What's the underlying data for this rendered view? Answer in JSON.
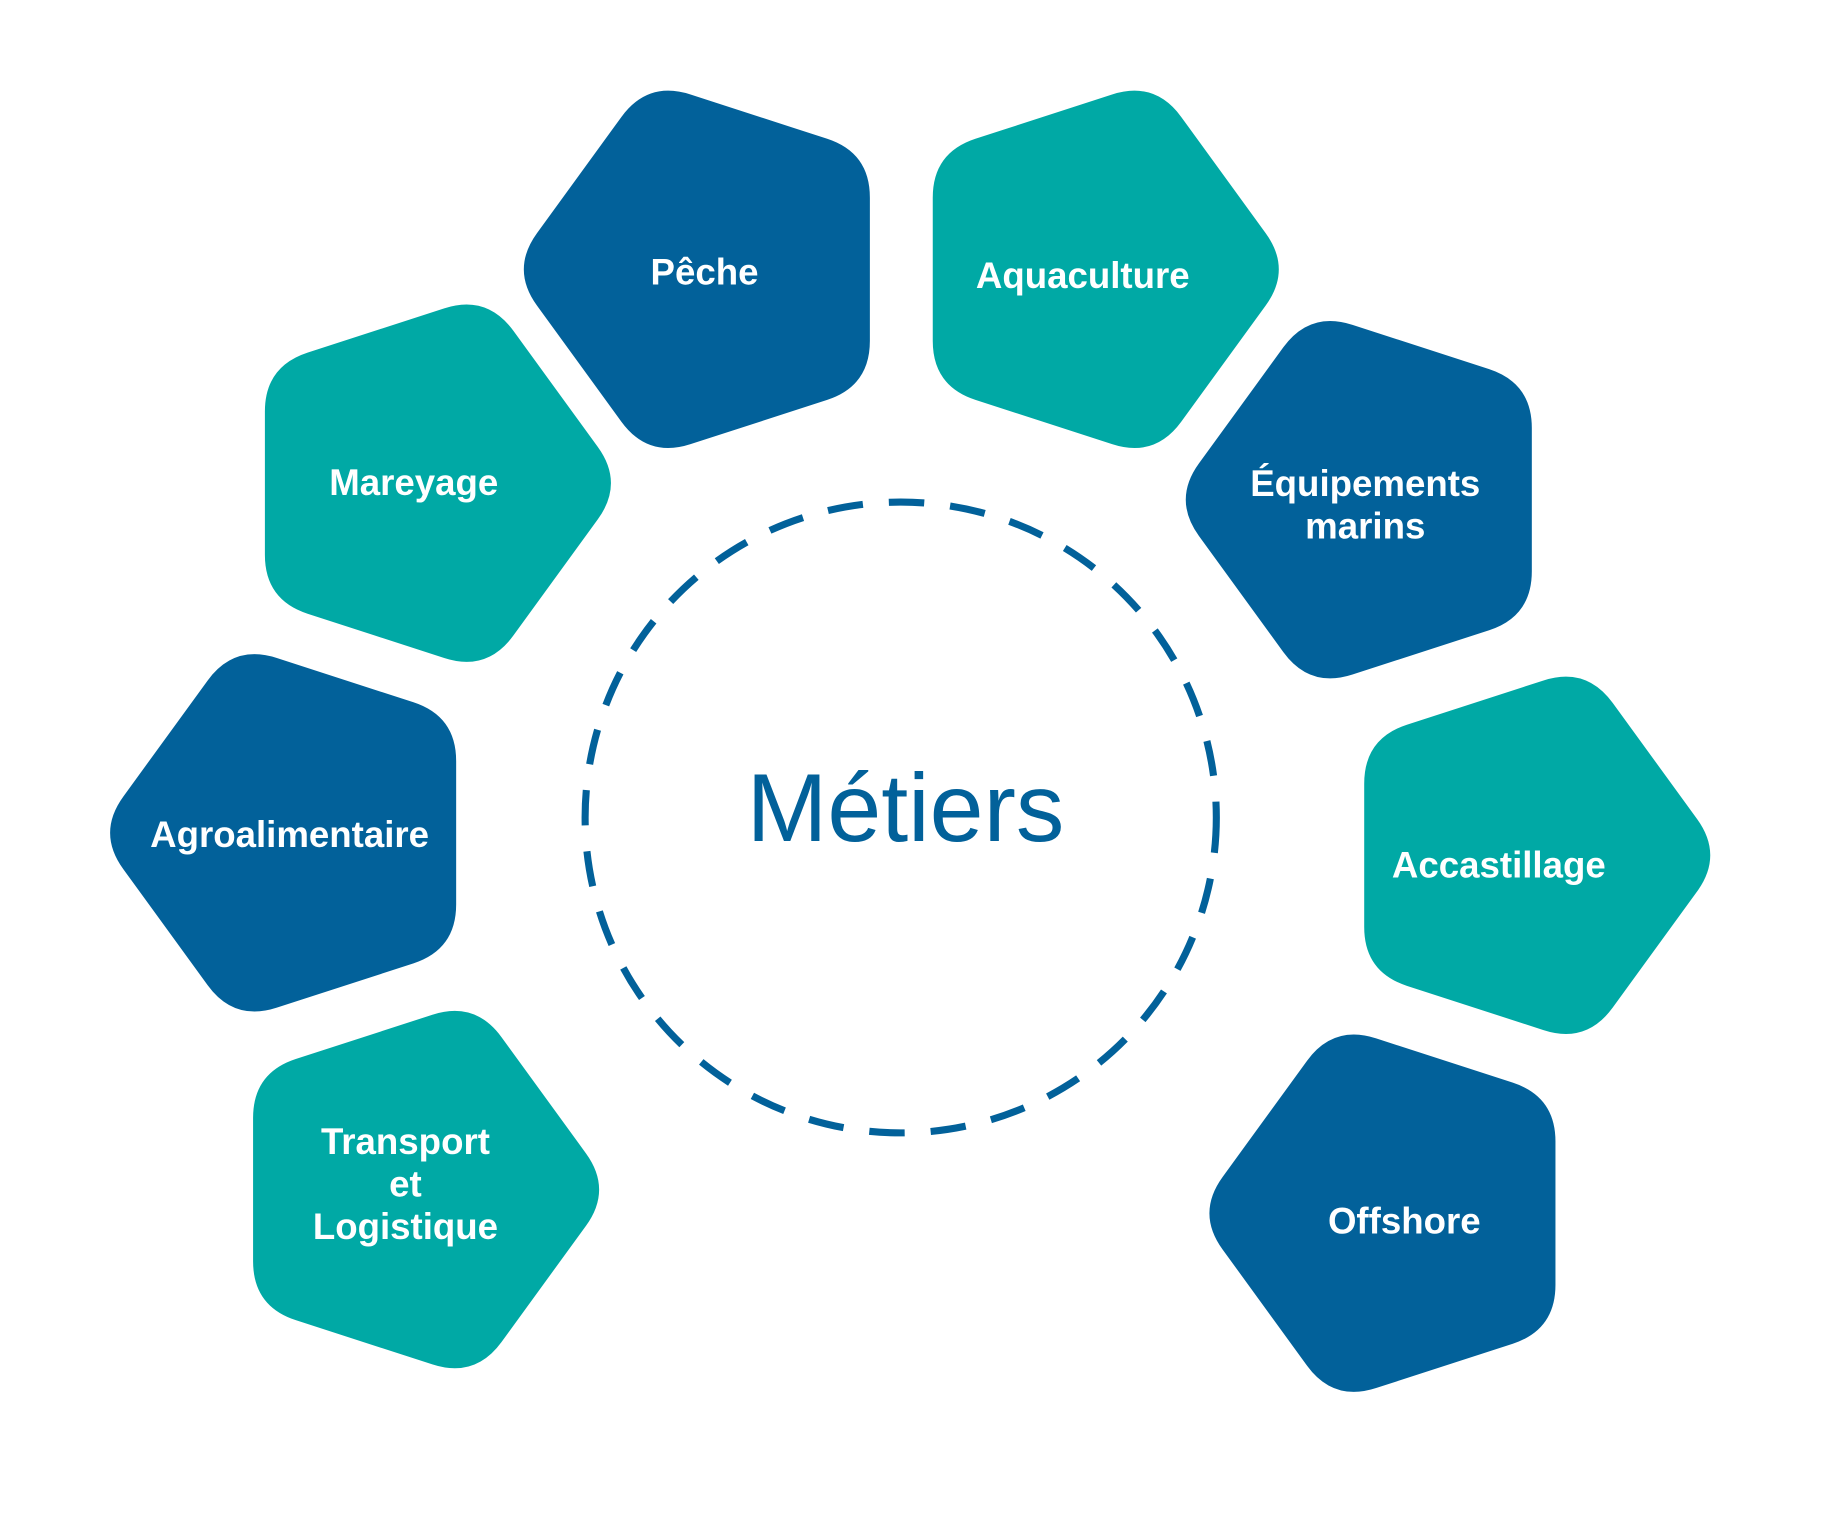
{
  "colors": {
    "dark_blue": "#02619A",
    "teal": "#00A9A5",
    "center_text": "#02619A",
    "dashed_ring": "#02619A"
  },
  "center": {
    "label": "Métiers"
  },
  "nodes": [
    {
      "id": "peche",
      "lines": [
        "Pêche"
      ],
      "color": "dark_blue"
    },
    {
      "id": "aquaculture",
      "lines": [
        "Aquaculture"
      ],
      "color": "teal"
    },
    {
      "id": "equipements-marins",
      "lines": [
        "Équipements",
        "marins"
      ],
      "color": "dark_blue"
    },
    {
      "id": "accastillage",
      "lines": [
        "Accastillage"
      ],
      "color": "teal"
    },
    {
      "id": "offshore",
      "lines": [
        "Offshore"
      ],
      "color": "dark_blue"
    },
    {
      "id": "transport-logistique",
      "lines": [
        "Transport",
        "et",
        "Logistique"
      ],
      "color": "teal"
    },
    {
      "id": "agroalimentaire",
      "lines": [
        "Agroalimentaire"
      ],
      "color": "dark_blue"
    },
    {
      "id": "mareyage",
      "lines": [
        "Mareyage"
      ],
      "color": "teal"
    }
  ]
}
